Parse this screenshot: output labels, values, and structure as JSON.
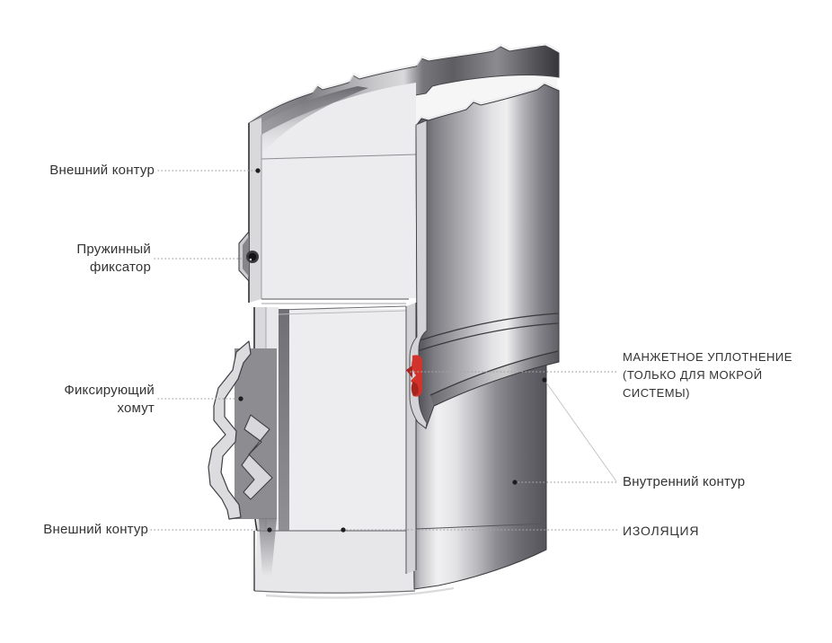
{
  "diagram": {
    "labels": {
      "outer_contour_top": "Внешний контур",
      "spring_lock": "Пружинный\nфиксатор",
      "fixing_clamp": "Фиксирующий\nхомут",
      "outer_contour_bottom": "Внешний контур",
      "cuff_seal": "МАНЖЕТНОЕ УПЛОТНЕНИЕ\n(ТОЛЬКО ДЛЯ МОКРОЙ\nСИСТЕМЫ)",
      "inner_contour": "Внутренний контур",
      "insulation": "ИЗОЛЯЦИЯ"
    },
    "colors": {
      "background": "#ffffff",
      "seal_red": "#d2342b",
      "leader_line": "#a5a5a8",
      "marker_dot": "#1d1d1d",
      "text": "#333333"
    }
  }
}
